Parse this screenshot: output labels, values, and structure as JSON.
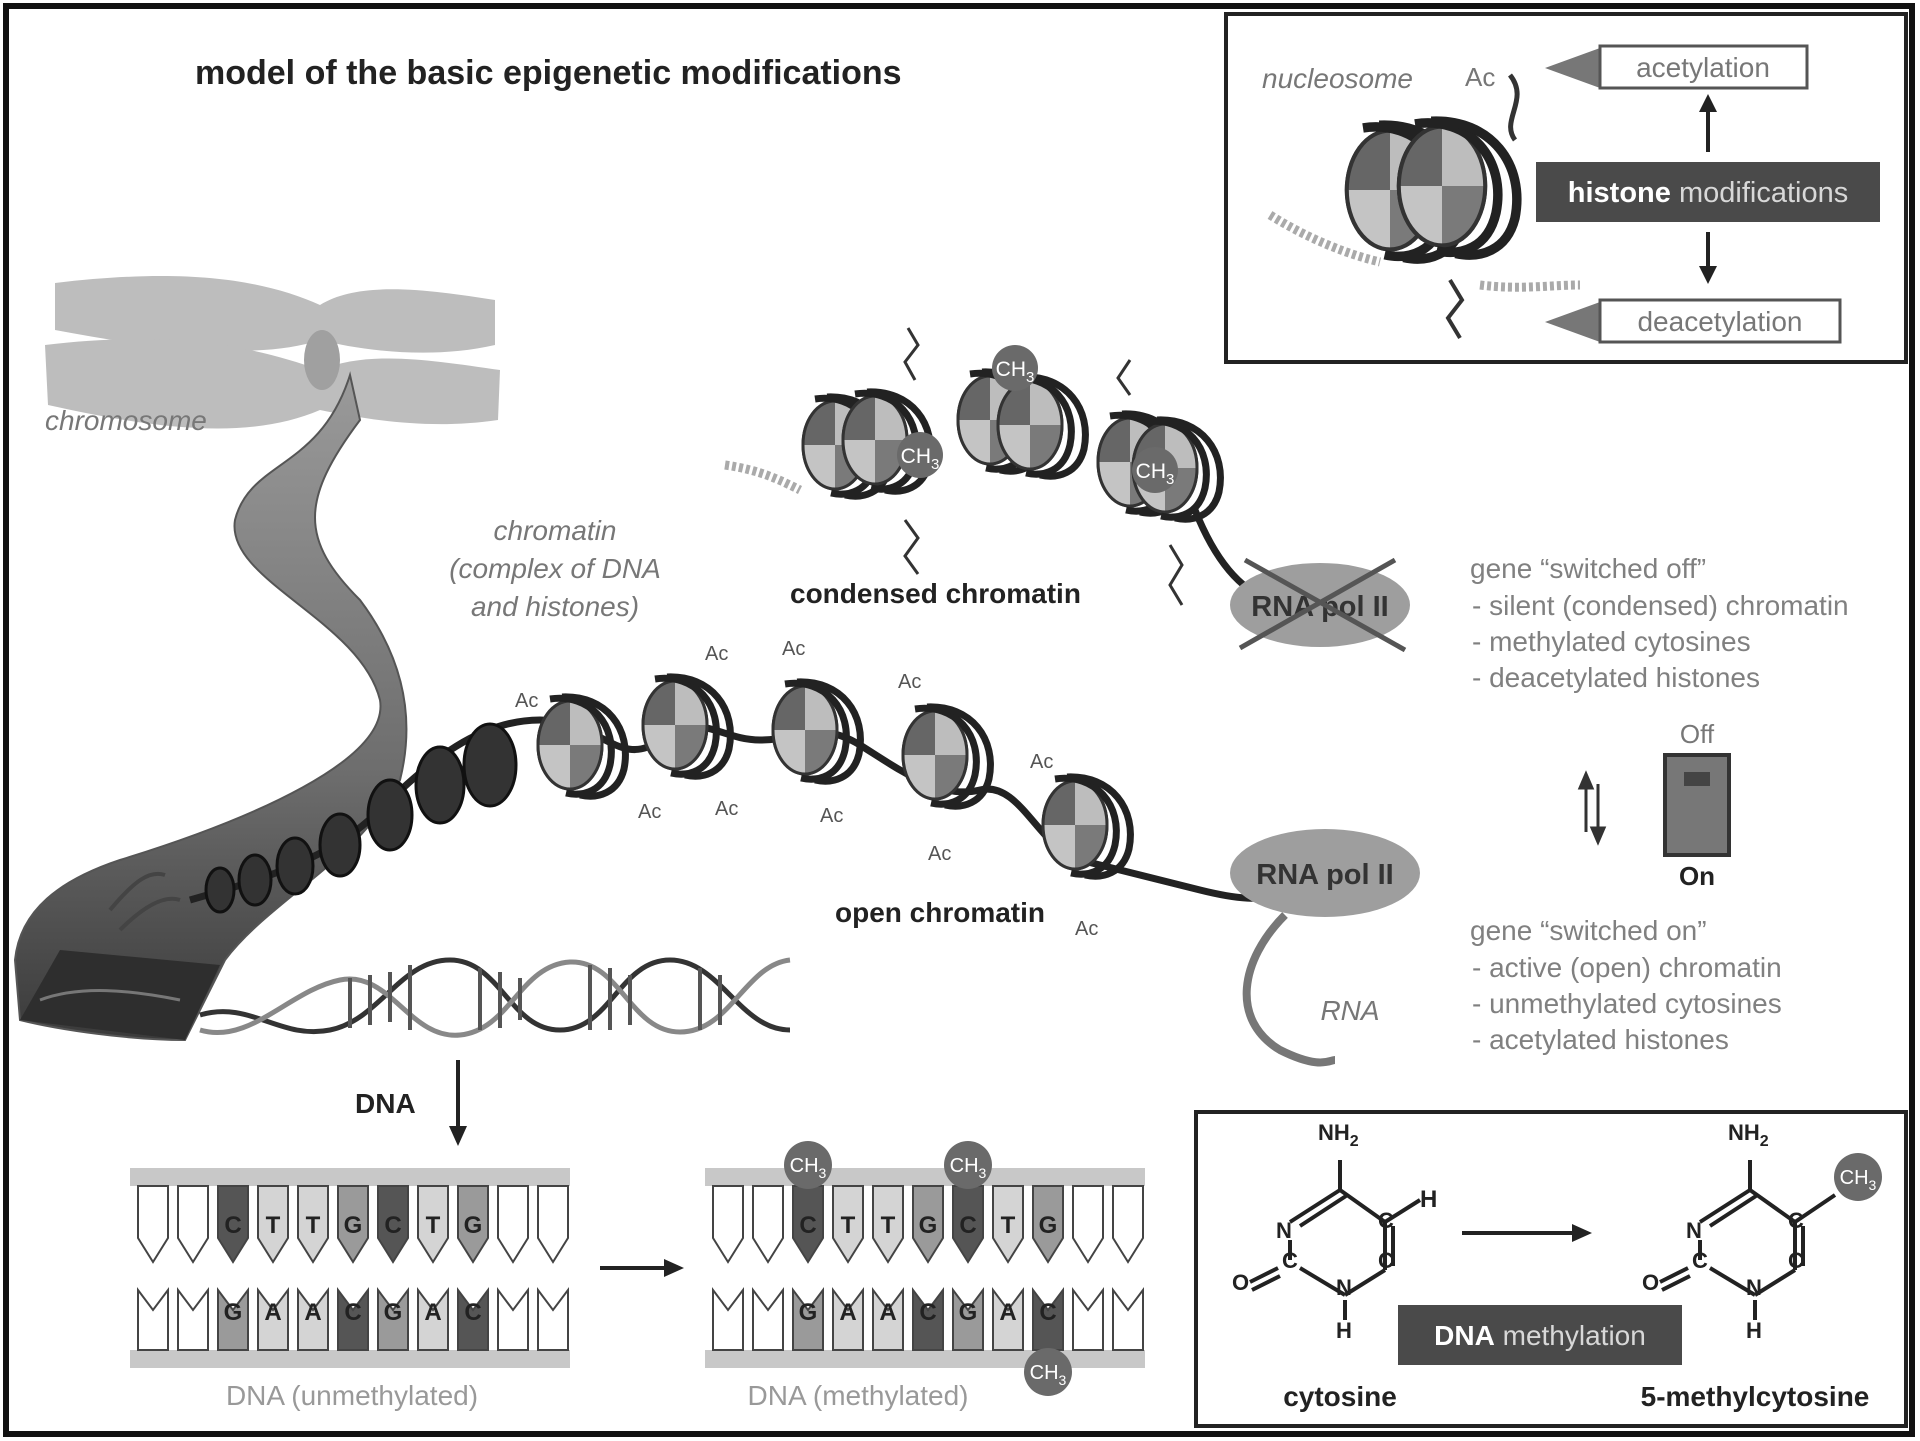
{
  "title": "model of the basic epigenetic modifications",
  "labels": {
    "chromosome": "chromosome",
    "chromatin_line1": "chromatin",
    "chromatin_line2": "(complex of DNA",
    "chromatin_line3": "and histones)",
    "condensed_chromatin": "condensed chromatin",
    "open_chromatin": "open chromatin",
    "dna": "DNA",
    "rna": "RNA",
    "rna_pol": "RNA pol II",
    "ac": "Ac",
    "ch3_main": "CH",
    "ch3_sub": "3"
  },
  "histone_box": {
    "nucleosome": "nucleosome",
    "ac": "Ac",
    "acetylation": "acetylation",
    "histone_bold": "histone",
    "histone_rest": " modifications",
    "deacetylation": "deacetylation"
  },
  "gene_off": {
    "title": "gene “switched off”",
    "items": [
      "- silent (condensed) chromatin",
      "- methylated cytosines",
      "- deacetylated histones"
    ]
  },
  "gene_on": {
    "title": "gene “switched on”",
    "items": [
      "- active (open) chromatin",
      "- unmethylated cytosines",
      "- acetylated histones"
    ]
  },
  "switch": {
    "off": "Off",
    "on": "On"
  },
  "dna_strip": {
    "top_bases": [
      "C",
      "T",
      "T",
      "G",
      "C",
      "T",
      "G"
    ],
    "bottom_bases": [
      "G",
      "A",
      "A",
      "C",
      "G",
      "A",
      "C"
    ],
    "unmethylated_label": "DNA (unmethylated)",
    "methylated_label": "DNA (methylated)"
  },
  "methylation_box": {
    "nh2_main": "NH",
    "nh2_sub": "2",
    "n": "N",
    "c": "C",
    "o": "O",
    "h": "H",
    "cytosine": "cytosine",
    "methylcytosine": "5-methylcytosine",
    "dna_bold": "DNA",
    "dna_rest": " methylation"
  },
  "colors": {
    "dark_box": "#4a4a4a",
    "histone_dark": "#555555",
    "histone_light": "#b5b5b5",
    "ch3_ball": "#6a6a6a",
    "text_gray": "#808080"
  }
}
